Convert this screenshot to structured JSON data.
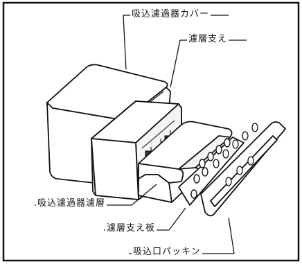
{
  "labels": {
    "cover": "吸込濾過器カバー",
    "layer_support": "濾層支え",
    "filter_layer": "吸込濾過器濾層",
    "support_plate": "濾層支え板",
    "gasket": "吸込口パッキン"
  }
}
